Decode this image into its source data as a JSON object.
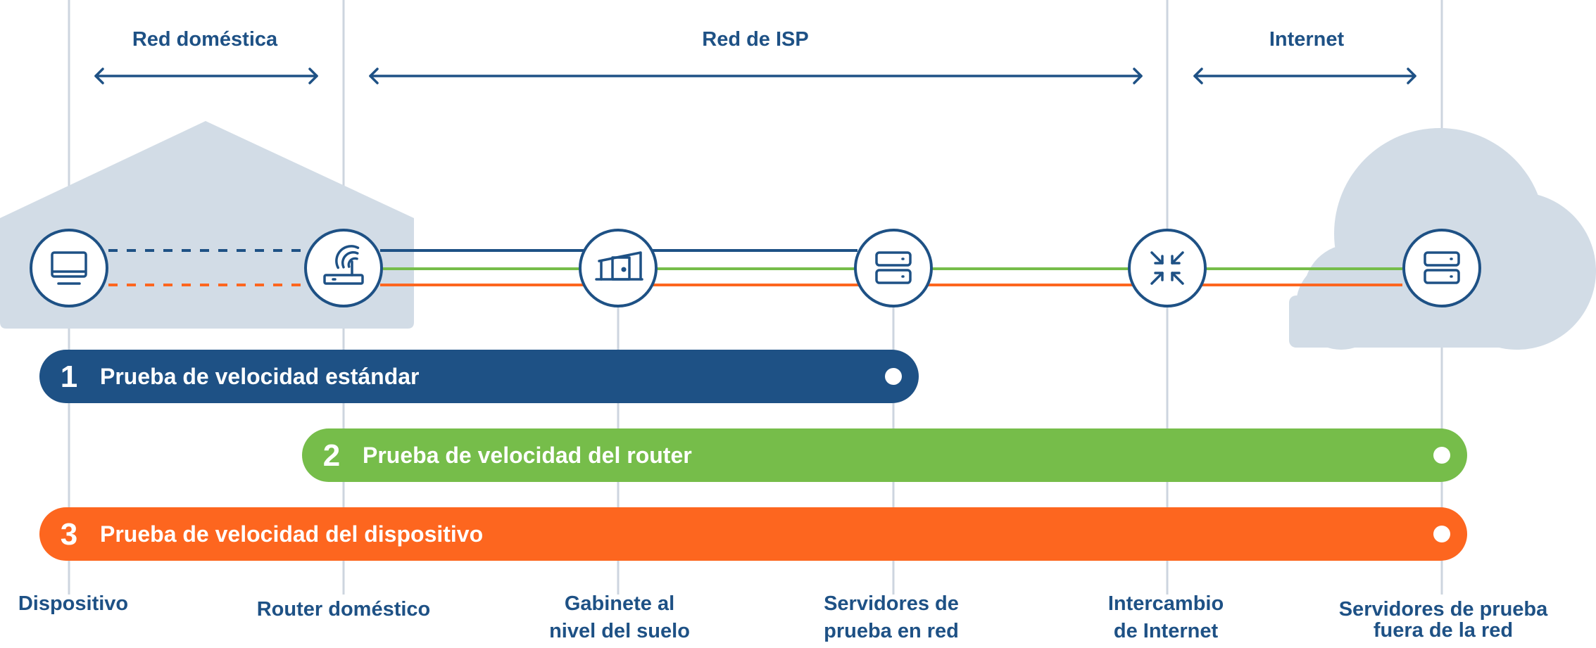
{
  "colors": {
    "navy": "#1e5185",
    "green": "#76bd4a",
    "orange": "#fd661f",
    "shape_fill": "#d2dce6",
    "vline": "#cdd5df",
    "white": "#ffffff"
  },
  "zones": {
    "home": "Red doméstica",
    "isp": "Red de ISP",
    "internet": "Internet"
  },
  "nodes": [
    {
      "icon": "monitor-icon",
      "label_1": "Dispositivo",
      "label_2": ""
    },
    {
      "icon": "router-icon",
      "label_1": "Router doméstico",
      "label_2": ""
    },
    {
      "icon": "cabinet-icon",
      "label_1": "Gabinete al",
      "label_2": "nivel del suelo"
    },
    {
      "icon": "server-icon",
      "label_1": "Servidores de",
      "label_2": "prueba en red"
    },
    {
      "icon": "exchange-icon",
      "label_1": "Intercambio",
      "label_2": "de Internet"
    },
    {
      "icon": "server-icon",
      "label_1": "Servidores de prueba",
      "label_2": "fuera de la red"
    }
  ],
  "tests": [
    {
      "number": "1",
      "label": "Prueba de velocidad estándar",
      "color": "#1e5185",
      "from_node": 0,
      "to_node": 3
    },
    {
      "number": "2",
      "label": "Prueba de velocidad del router",
      "color": "#76bd4a",
      "from_node": 1,
      "to_node": 5
    },
    {
      "number": "3",
      "label": "Prueba de velocidad del dispositivo",
      "color": "#fd661f",
      "from_node": 0,
      "to_node": 5
    }
  ]
}
